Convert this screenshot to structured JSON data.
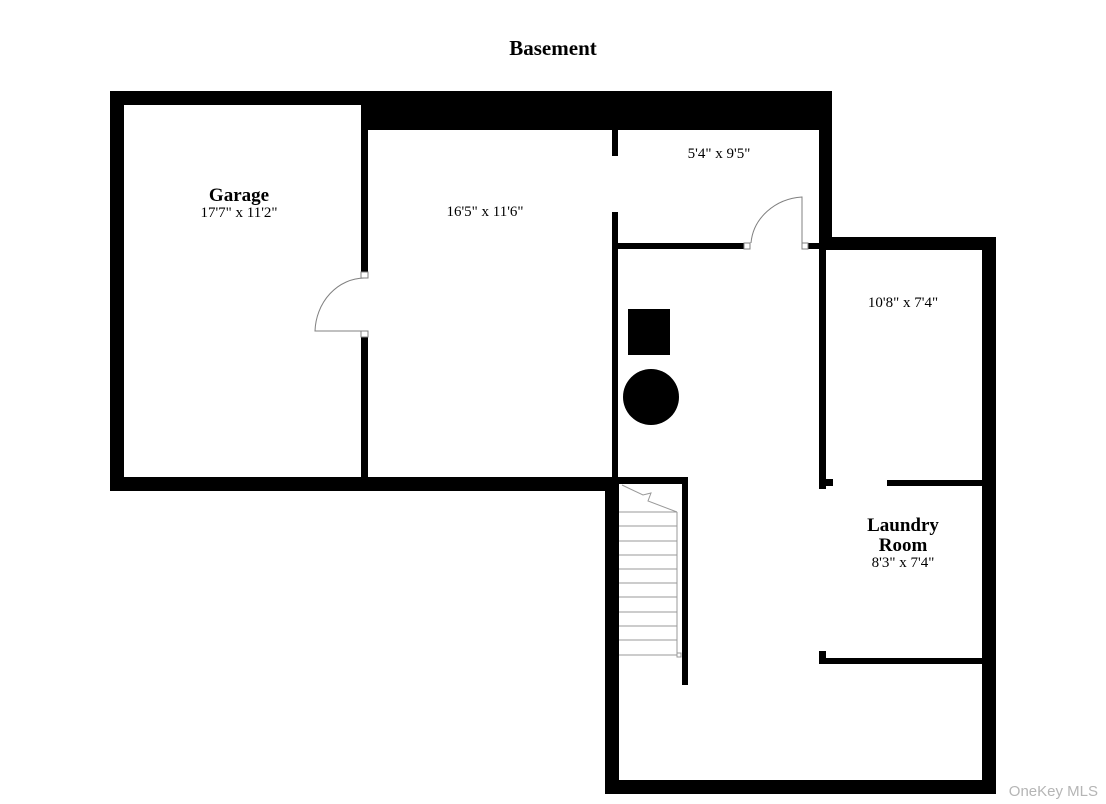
{
  "floor": {
    "title": "Basement"
  },
  "rooms": [
    {
      "id": "garage",
      "name": "Garage",
      "dimensions": "17'7\" x 11'2\""
    },
    {
      "id": "center-room",
      "name": "",
      "dimensions": "16'5\" x 11'6\""
    },
    {
      "id": "small-room",
      "name": "",
      "dimensions": "5'4\" x 9'5\""
    },
    {
      "id": "right-room",
      "name": "",
      "dimensions": "10'8\" x 7'4\""
    },
    {
      "id": "laundry",
      "name": "Laundry Room",
      "name_line1": "Laundry",
      "name_line2": "Room",
      "dimensions": "8'3\" x 7'4\""
    }
  ],
  "fixtures": [
    {
      "type": "square",
      "label": "utility-box"
    },
    {
      "type": "circle",
      "label": "water-heater"
    },
    {
      "type": "stairs",
      "label": "staircase"
    }
  ],
  "watermark": "OneKey MLS",
  "colors": {
    "wall": "#000000",
    "background": "#ffffff",
    "door_line": "#808080",
    "watermark": "#b5b5b5"
  }
}
